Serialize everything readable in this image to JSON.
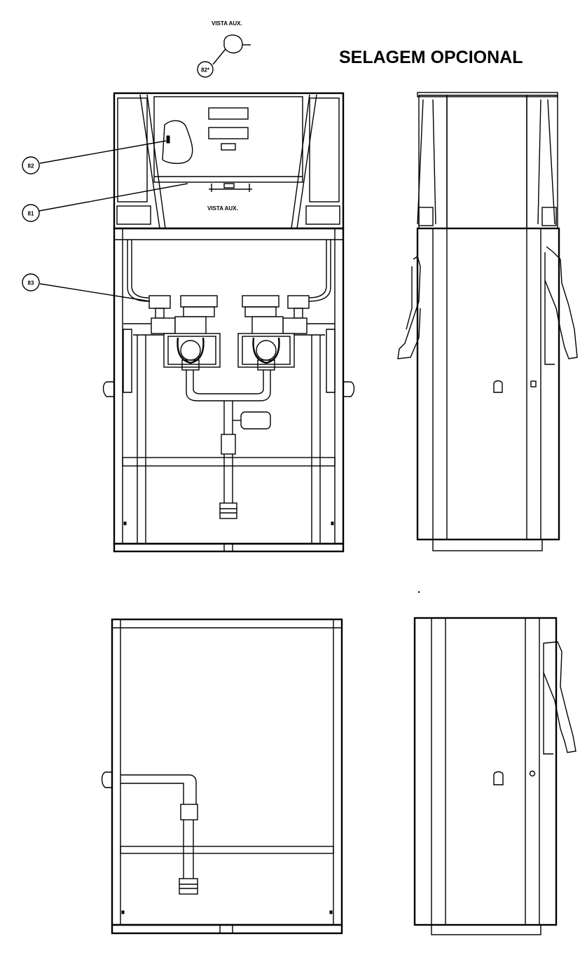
{
  "title": "SELAGEM OPCIONAL",
  "labels": {
    "vista_aux_top": "VISTA AUX.",
    "vista_aux_head": "VISTA AUX."
  },
  "callouts": [
    {
      "id": "c82a",
      "text": "82*"
    },
    {
      "id": "c82",
      "text": "82"
    },
    {
      "id": "c81",
      "text": "81"
    },
    {
      "id": "c83",
      "text": "83"
    }
  ]
}
